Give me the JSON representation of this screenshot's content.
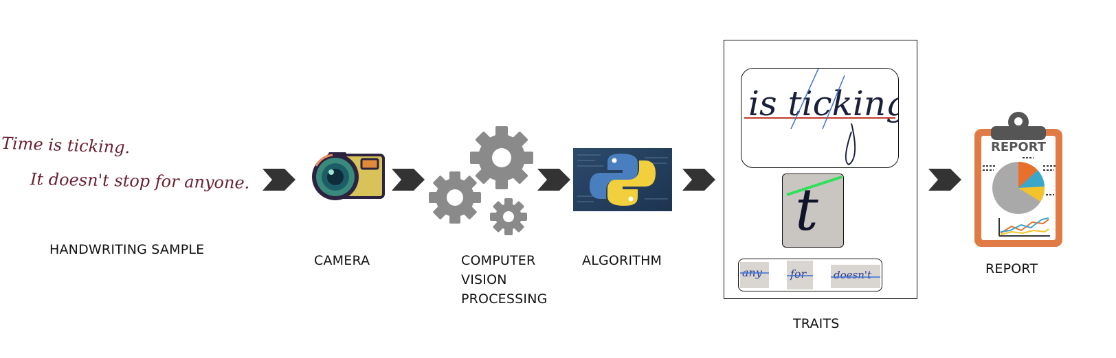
{
  "handwriting": {
    "line1": "Time is ticking.",
    "line2": "It doesn't stop for anyone."
  },
  "labels": {
    "handwriting_sample": "HANDWRITING SAMPLE",
    "camera": "CAMERA",
    "cv_line1": "COMPUTER",
    "cv_line2": "VISION",
    "cv_line3": "PROCESSING",
    "algorithm": "ALGORITHM",
    "traits": "TRAITS",
    "report": "REPORT"
  },
  "traits": {
    "sample_phrase": "is ticking.",
    "letter": "t",
    "words": [
      "any",
      "for",
      "doesn't"
    ]
  },
  "report_card": {
    "title": "REPORT"
  },
  "icons": [
    "chevron-arrow-icon",
    "camera-icon",
    "gears-icon",
    "python-logo-icon",
    "clipboard-report-icon"
  ],
  "colors": {
    "handwriting_ink": "#6b1e2e",
    "arrow": "#333333",
    "gear": "#8a8a8a",
    "clipboard_frame": "#e07b45",
    "baseline_red": "#c0392b",
    "slant_blue": "#3b6fd8",
    "highlight_green": "#2ee05a"
  }
}
